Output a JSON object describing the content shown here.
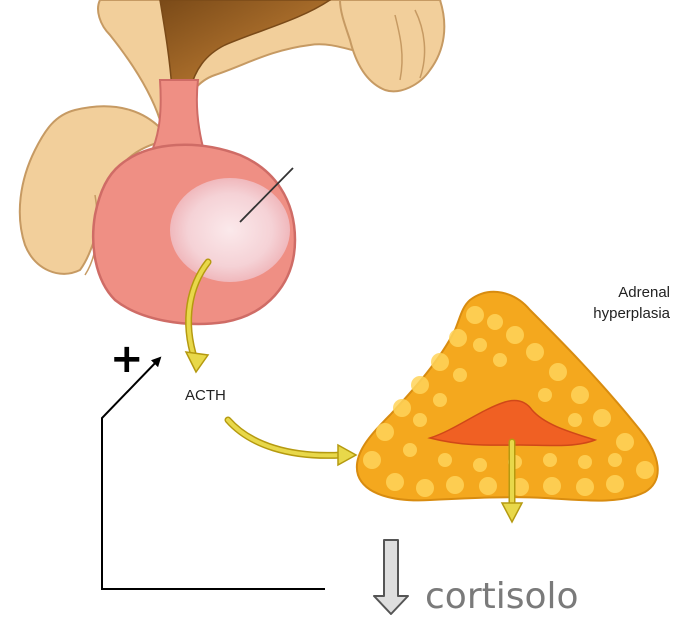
{
  "labels": {
    "adrenal_line1": "Adrenal",
    "adrenal_line2": "hyperplasia",
    "acth": "ACTH",
    "plus_sign": "+",
    "cortisolo": "cortisolo"
  },
  "colors": {
    "hypothalamus_tan": "#f2cf9b",
    "hypothalamus_outline": "#c69a63",
    "stalk_dark": "#a86a2a",
    "pituitary_pink": "#ef8f84",
    "pituitary_outline": "#cf6c66",
    "adenoma_pale": "#f7d9dc",
    "adrenal_orange": "#f4a81e",
    "adrenal_yellow": "#ffcc44",
    "adrenal_medulla": "#f06023",
    "yellow_arrow": "#e8d84a",
    "yellow_arrow_outline": "#b59a10",
    "feedback_line": "#000000",
    "cortisol_arrow_fill": "#dedede",
    "cortisol_arrow_stroke": "#555555",
    "cortisolo_text": "#7a7a7a"
  }
}
